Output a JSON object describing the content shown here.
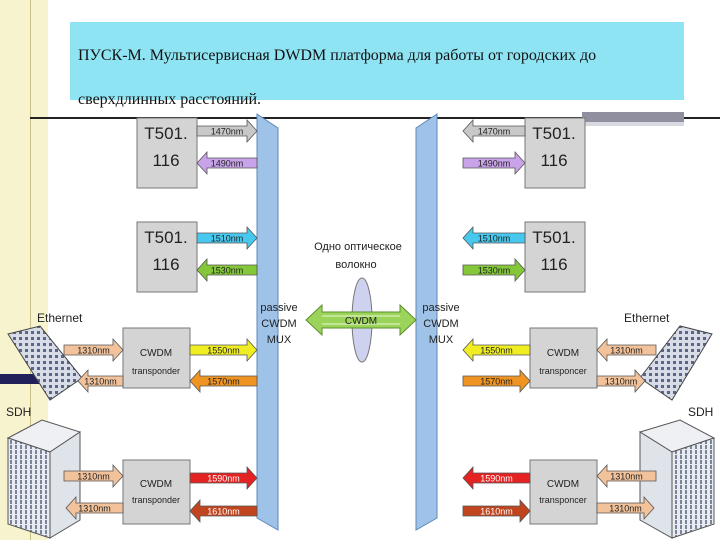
{
  "title": {
    "line1": "ПУСК-М. Мультисервисная DWDM платформа для работы от городских до",
    "line2": "сверхдлинных расстояний."
  },
  "diagram": {
    "t501_boxes": [
      {
        "line1": "T501.",
        "line2": "116"
      },
      {
        "line1": "T501.",
        "line2": "116"
      },
      {
        "line1": "T501.",
        "line2": "116"
      },
      {
        "line1": "T501.",
        "line2": "116"
      }
    ],
    "wavelengths": {
      "w1470": "1470nm",
      "w1490": "1490nm",
      "w1510": "1510nm",
      "w1530": "1530nm",
      "w1550": "1550nm",
      "w1570": "1570nm",
      "w1590": "1590nm",
      "w1610": "1610nm",
      "w1310": "1310nm"
    },
    "transponder": {
      "title": "CWDM",
      "left_sub": "transponder",
      "right_sub": "transponcer"
    },
    "mux": {
      "line1": "passive",
      "line2": "CWDM",
      "line3": "MUX"
    },
    "fiber": {
      "line1": "Одно оптическое",
      "line2": "волокно",
      "link": "CWDM"
    },
    "ethernet_label": "Ethernet",
    "sdh_label": "SDH"
  },
  "colors": {
    "title_bg": "#8fe4f4",
    "mux": "#9fc3e8",
    "box": "#d4d4d4",
    "arrow_gray": "#c8c8c8",
    "arrow_purple": "#c9a3ea",
    "arrow_blue": "#47c8ee",
    "arrow_green": "#84c83a",
    "arrow_yellow": "#f0ee22",
    "arrow_orange": "#ef9422",
    "arrow_red": "#e42222",
    "arrow_brown": "#c0451f",
    "arrow_peach": "#f2c29a"
  }
}
